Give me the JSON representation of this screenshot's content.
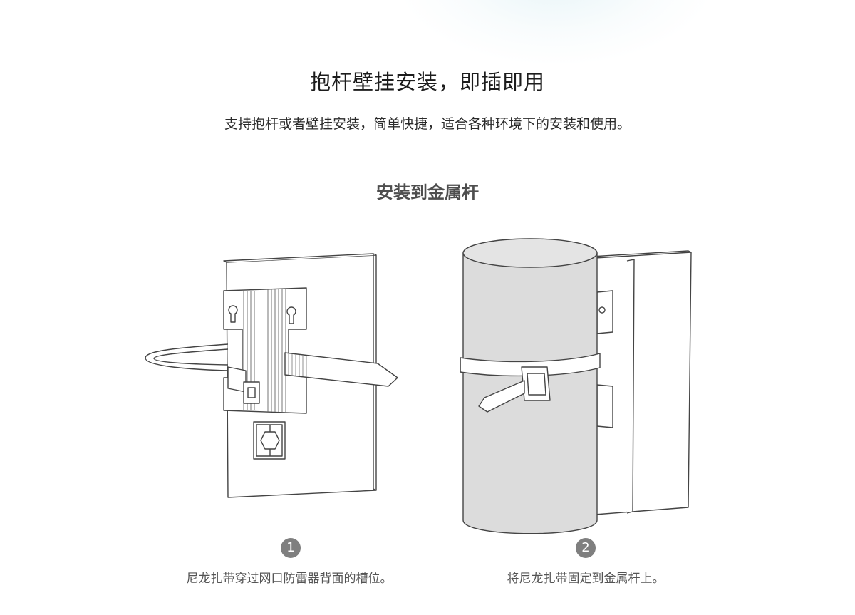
{
  "header": {
    "title": "抱杆壁挂安装，即插即用",
    "subtitle": "支持抱杆或者壁挂安装，简单快捷，适合各种环境下的安装和使用。"
  },
  "section": {
    "title": "安装到金属杆"
  },
  "steps": [
    {
      "number": "1",
      "caption": "尼龙扎带穿过网口防雷器背面的槽位。",
      "illustration": "cable-tie-through-slot-illustration"
    },
    {
      "number": "2",
      "caption": "将尼龙扎带固定到金属杆上。",
      "illustration": "fasten-to-metal-pole-illustration"
    }
  ],
  "colors": {
    "step_badge": "#7f7f7f",
    "pole_fill": "#dcdcdc",
    "line": "#444444"
  }
}
